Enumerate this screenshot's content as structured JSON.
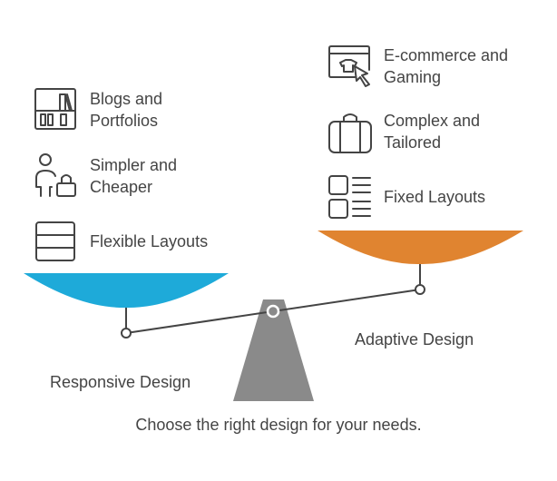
{
  "left": {
    "title": "Responsive Design",
    "items": [
      {
        "label": "Blogs and\nPortfolios",
        "icon": "bookshelf-icon"
      },
      {
        "label": "Simpler and\nCheaper",
        "icon": "person-shopping-bag-icon"
      },
      {
        "label": "Flexible Layouts",
        "icon": "layout-rows-icon"
      }
    ],
    "color": "#1eaad9"
  },
  "right": {
    "title": "Adaptive Design",
    "items": [
      {
        "label": "E-commerce and\nGaming",
        "icon": "browser-shirt-cursor-icon"
      },
      {
        "label": "Complex and\nTailored",
        "icon": "briefcase-icon"
      },
      {
        "label": "Fixed Layouts",
        "icon": "grid-list-icon"
      }
    ],
    "color": "#e08430"
  },
  "caption": "Choose the right design for your needs."
}
